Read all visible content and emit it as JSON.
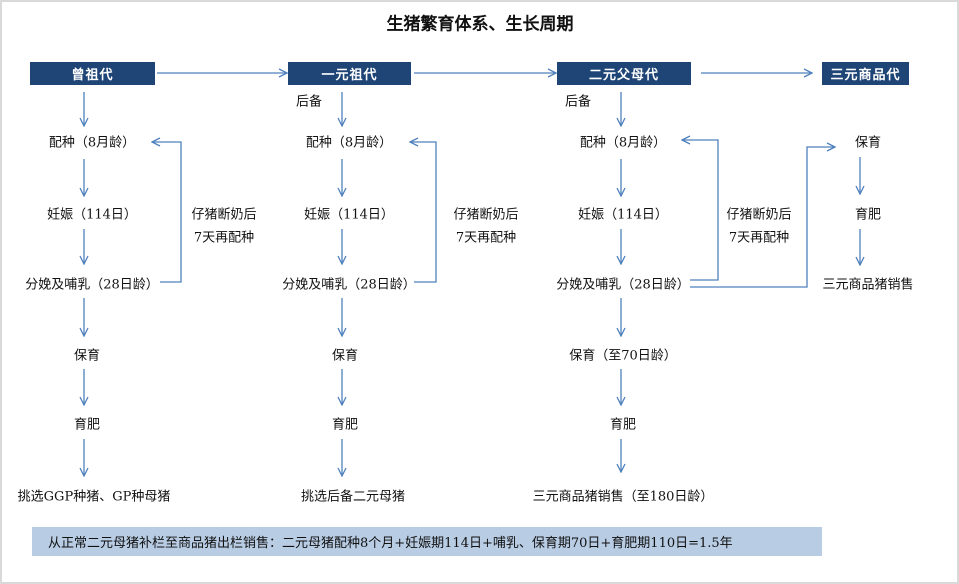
{
  "title": "生猪繁育体系、生长周期",
  "generations": [
    "曾祖代",
    "一元祖代",
    "二元父母代",
    "三元商品代"
  ],
  "reserve_label": "后备",
  "col1": [
    "配种（8月龄）",
    "妊娠（114日）",
    "分娩及哺乳（28日龄）",
    "保育",
    "育肥",
    "挑选GGP种猪、GP种母猪"
  ],
  "col2": [
    "配种（8月龄）",
    "妊娠（114日）",
    "分娩及哺乳（28日龄）",
    "保育",
    "育肥",
    "挑选后备二元母猪"
  ],
  "col3": [
    "配种（8月龄）",
    "妊娠（114日）",
    "分娩及哺乳（28日龄）",
    "保育（至70日龄）",
    "育肥",
    "三元商品猪销售（至180日龄）"
  ],
  "col4": [
    "保育",
    "育肥",
    "三元商品猪销售"
  ],
  "rebreed_label": [
    "仔猪断奶后",
    "7天再配种"
  ],
  "footer": "从正常二元母猪补栏至商品猪出栏销售：二元母猪配种8个月+妊娠期114日+哺乳、保育期70日+育肥期110日=1.5年",
  "colors": {
    "header_bg": "#1f4576",
    "arrow": "#4f81bd",
    "footer_bg": "#b8cce4"
  }
}
